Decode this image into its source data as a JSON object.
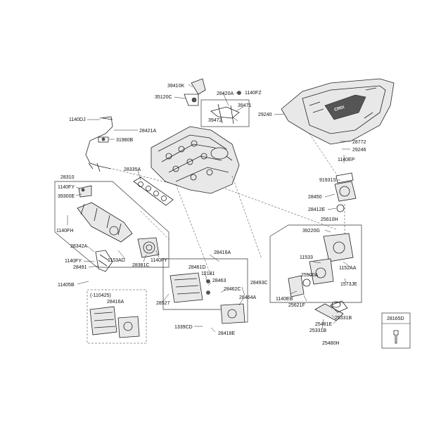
{
  "parts": {
    "p39410K": "39410K",
    "p35120C": "35120C",
    "p28420A": "28420A",
    "p1140FZ": "1140FZ",
    "p39471": "39471",
    "p39472": "39472",
    "p29240": "29240",
    "p28772": "28772",
    "p29246": "29246",
    "p1140EP": "1140EP",
    "p1140DJ": "1140DJ",
    "p28421A": "28421A",
    "p31980B": "31980B",
    "p28335A": "28335A",
    "p28310": "28310",
    "p1140FY_a": "1140FY",
    "p39300E": "39300E",
    "p1140FH": "1140FH",
    "p28342A": "28342A",
    "p1140FY_b": "1140FY",
    "p28491": "28491",
    "p1153AD": "1153AD",
    "p28381C": "28381C",
    "p1140FY_c": "1140FY",
    "p11405B": "11405B",
    "p91931S": "91931S",
    "p28450": "28450",
    "p28412E": "28412E",
    "p25610H": "25610H",
    "p39220G": "39220G",
    "p11533": "11533",
    "p1152AA": "1152AA",
    "p1573JE": "1573JE",
    "p28416A_a": "28416A",
    "p28461D": "28461D",
    "p12181": "12181",
    "p28463": "28463",
    "p28462C": "28462C",
    "p28493C": "28493C",
    "p28464A": "28464A",
    "p28527": "28527",
    "p1339CD": "1339CD",
    "p28418E": "28418E",
    "p25500A": "25500A",
    "p1140EB": "1140EB",
    "p25621F": "25621F",
    "p25331B_a": "25331B",
    "p25481E": "25481E",
    "p25331B_b": "25331B",
    "p25480H": "25480H",
    "p28165D": "28165D",
    "note_110425": "(-110425)",
    "p28416A_b": "28416A"
  }
}
